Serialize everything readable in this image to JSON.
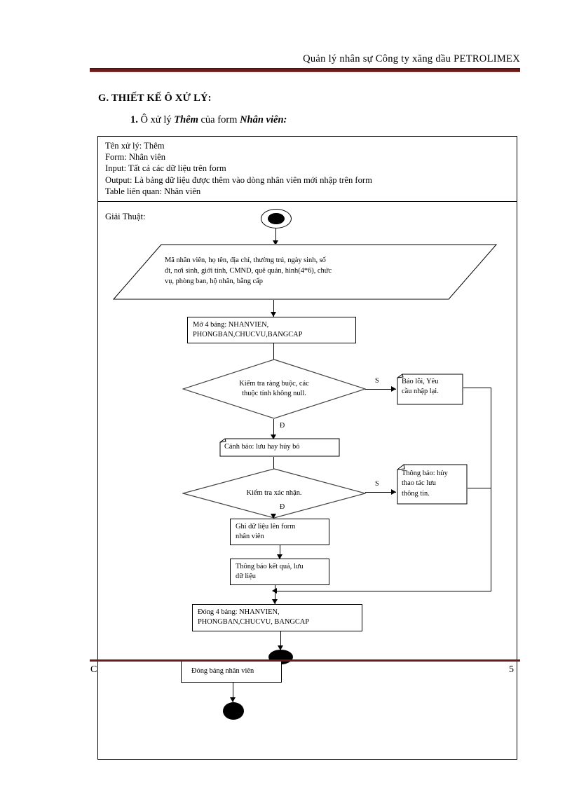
{
  "header": {
    "title": "Quản lý nhân sự Công ty xăng dầu PETROLIMEX"
  },
  "footer": {
    "left_partial": "C",
    "page_number": "5"
  },
  "section": {
    "heading": "G. THIẾT KẾ Ô XỬ LÝ:",
    "item_number": "1.",
    "item_prefix": "Ô xử lý",
    "item_emphasis_1": "Thêm",
    "item_middle": "của form",
    "item_emphasis_2": "Nhân viên:"
  },
  "info": {
    "line1": "Tên xử lý:  Thêm",
    "line2": "Form:  Nhân viên",
    "line3": "Input: Tất cả các dữ liệu trên form",
    "line4": "Output: Là bảng dữ liệu được thêm vào dòng nhân viên mới nhập trên form",
    "line5": "Table liên quan:  Nhân viên"
  },
  "algorithm_label": "Giải Thuật:",
  "flow": {
    "start_node": "start-terminator",
    "input": {
      "line1": "Mã nhân viên,  họ tên, địa chỉ,  thường trú, ngày sinh, số",
      "line2": "đt, nơi sinh, giới  tính, CMND, quê quán, hình(4*6), chức",
      "line3": "vụ, phòng ban, hộ nhân, bằng cấp"
    },
    "open_tables": {
      "line1": "Mở 4 bảng:  NHANVIEN,",
      "line2": "PHONGBAN,CHUCVU,BANGCAP"
    },
    "decision1": {
      "line1": "Kiểm tra ràng buộc, các",
      "line2": "thuộc tính không null.",
      "yes_label": "Đ",
      "no_label": "S"
    },
    "error_note": {
      "line1": "Báo lỗi, Yêu",
      "line2": "cầu nhập lại."
    },
    "warning_note": {
      "text": "Cảnh báo: lưu hay hủy bỏ"
    },
    "decision2": {
      "text": "Kiểm  tra xác  nhận.",
      "yes_label": "Đ",
      "no_label": "S"
    },
    "cancel_note": {
      "line1": "Thông báo: hủy",
      "line2": "thao tác lưu",
      "line3": "thông tin."
    },
    "write_form": {
      "line1": "Ghi dữ liệu lên form",
      "line2": "nhân viên"
    },
    "report_result": {
      "line1": "Thông báo  kết quả,  lưu",
      "line2": "dữ liệu"
    },
    "close_tables": {
      "line1": "Đóng 4 bảng: NHANVIEN,",
      "line2": "PHONGBAN,CHUCVU, BANGCAP"
    },
    "close_employee_table": {
      "text": "Đóng bảng nhân viên"
    },
    "end_node": "end-terminator"
  }
}
